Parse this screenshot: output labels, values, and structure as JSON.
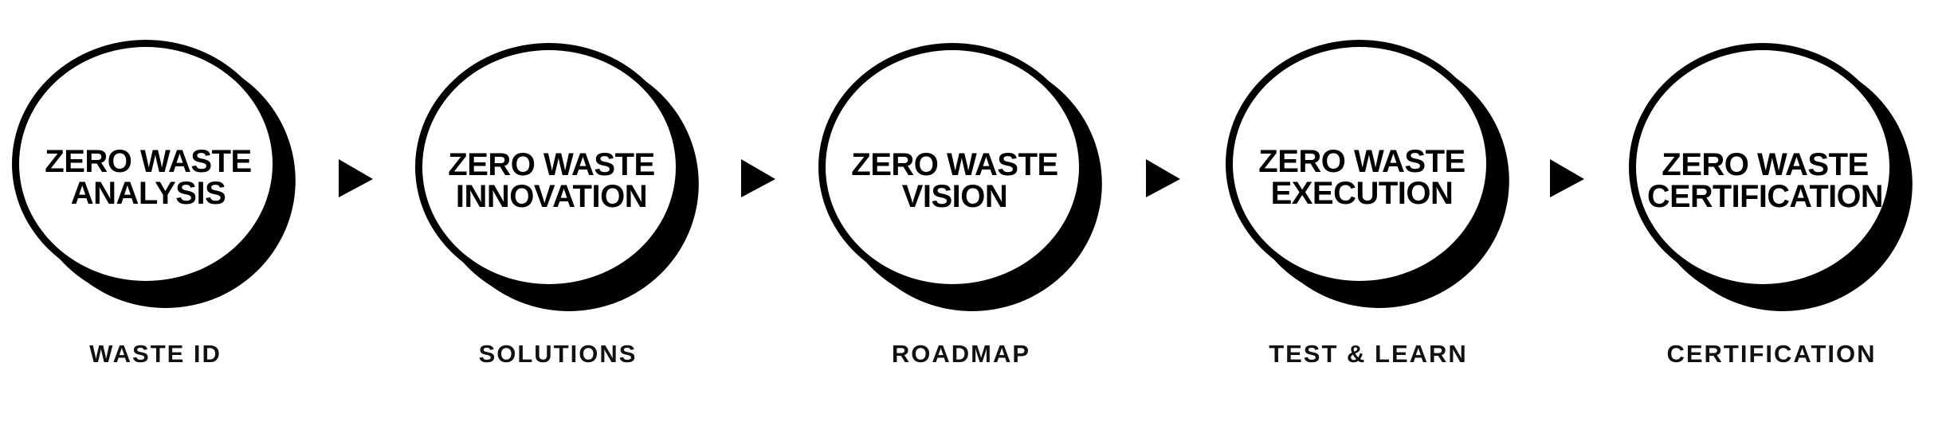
{
  "colors": {
    "background": "#ffffff",
    "ink": "#000000",
    "arrow_fill": "#000000"
  },
  "icons": {
    "connector": "right-triangle-arrow-icon"
  },
  "steps": [
    {
      "title_line1": "ZERO WASTE",
      "title_line2": "ANALYSIS",
      "label": "WASTE ID"
    },
    {
      "title_line1": "ZERO WASTE",
      "title_line2": "INNOVATION",
      "label": "SOLUTIONS"
    },
    {
      "title_line1": "ZERO WASTE",
      "title_line2": "VISION",
      "label": "ROADMAP"
    },
    {
      "title_line1": "ZERO WASTE",
      "title_line2": "EXECUTION",
      "label": "TEST & LEARN"
    },
    {
      "title_line1": "ZERO WASTE",
      "title_line2": "CERTIFICATION",
      "label": "CERTIFICATION"
    }
  ]
}
